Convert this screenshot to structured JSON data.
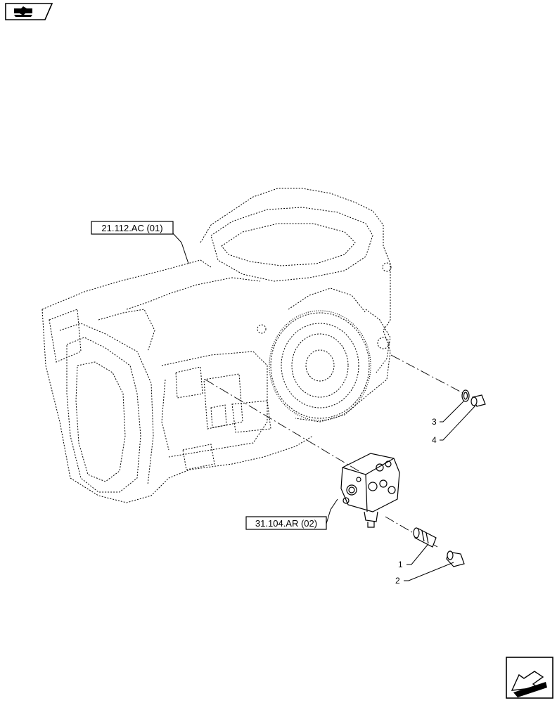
{
  "references": {
    "transmission_case": "21.112.AC (01)",
    "control_valve": "31.104.AR (02)"
  },
  "callouts": [
    {
      "number": "1"
    },
    {
      "number": "2"
    },
    {
      "number": "3"
    },
    {
      "number": "4"
    }
  ],
  "icons": {
    "top_left": "navigation-flag-icon",
    "bottom_right": "previous-page-arrow-icon"
  },
  "colors": {
    "line": "#000000",
    "background": "#ffffff"
  }
}
